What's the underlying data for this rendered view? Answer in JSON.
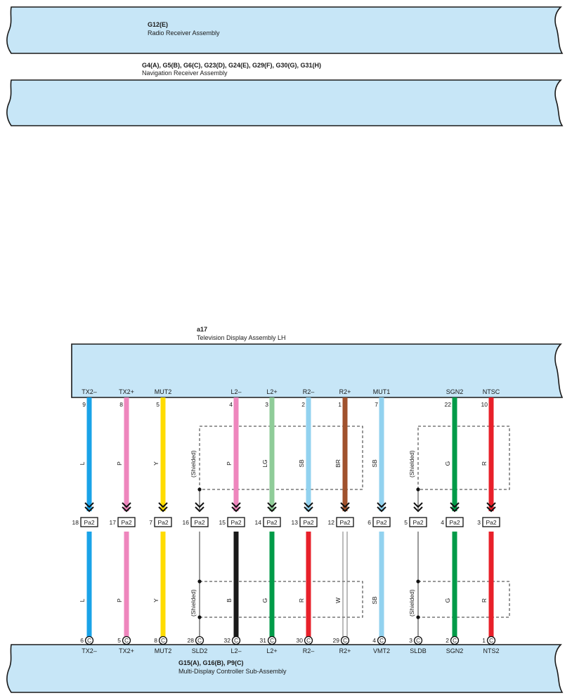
{
  "colors": {
    "component_fill": "#c7e6f7",
    "component_stroke": "#1a1a1a",
    "shield_stroke": "#333333"
  },
  "components": {
    "radio": {
      "code": "G12(E)",
      "name": "Radio Receiver Assembly"
    },
    "navigation": {
      "code": "G4(A), G5(B), G6(C), G23(D), G24(E), G29(F), G30(G), G31(H)",
      "name": "Navigation Receiver Assembly"
    },
    "display": {
      "code": "a17",
      "name": "Television Display Assembly LH"
    },
    "controller": {
      "code": "G15(A), G16(B), P9(C)",
      "name": "Multi-Display Controller Sub-Assembly"
    }
  },
  "junction_connector": "Pa2",
  "bottom_connector_letter": "C",
  "shield_label": "(Shielded)",
  "wires": [
    {
      "top_name": "TX2–",
      "top_pin": "9",
      "top_color": "L",
      "top_hex": "#1aa3e8",
      "j_pin": "18",
      "bot_color": "L",
      "bot_hex": "#1aa3e8",
      "bot_pin": "6",
      "bot_name": "TX2–"
    },
    {
      "top_name": "TX2+",
      "top_pin": "8",
      "top_color": "P",
      "top_hex": "#ee86bd",
      "j_pin": "17",
      "bot_color": "P",
      "bot_hex": "#ee86bd",
      "bot_pin": "5",
      "bot_name": "TX2+"
    },
    {
      "top_name": "MUT2",
      "top_pin": "5",
      "top_color": "Y",
      "top_hex": "#ffdc00",
      "j_pin": "7",
      "bot_color": "Y",
      "bot_hex": "#ffdc00",
      "bot_pin": "8",
      "bot_name": "MUT2"
    },
    {
      "top_name": "",
      "top_pin": "",
      "top_color": "",
      "top_hex": "",
      "j_pin": "16",
      "bot_color": "",
      "bot_hex": "",
      "bot_pin": "28",
      "bot_name": "SLD2"
    },
    {
      "top_name": "L2–",
      "top_pin": "4",
      "top_color": "P",
      "top_hex": "#ee86bd",
      "j_pin": "15",
      "bot_color": "B",
      "bot_hex": "#1a1a1a",
      "bot_pin": "32",
      "bot_name": "L2–"
    },
    {
      "top_name": "L2+",
      "top_pin": "3",
      "top_color": "LG",
      "top_hex": "#8fcc98",
      "j_pin": "14",
      "bot_color": "G",
      "bot_hex": "#009b48",
      "bot_pin": "31",
      "bot_name": "L2+"
    },
    {
      "top_name": "R2–",
      "top_pin": "2",
      "top_color": "SB",
      "top_hex": "#92d2ef",
      "j_pin": "13",
      "bot_color": "R",
      "bot_hex": "#e8202a",
      "bot_pin": "30",
      "bot_name": "R2–"
    },
    {
      "top_name": "R2+",
      "top_pin": "1",
      "top_color": "BR",
      "top_hex": "#a0522d",
      "j_pin": "12",
      "bot_color": "W",
      "bot_hex": "#ffffff",
      "bot_pin": "29",
      "bot_name": "R2+"
    },
    {
      "top_name": "MUT1",
      "top_pin": "7",
      "top_color": "SB",
      "top_hex": "#92d2ef",
      "j_pin": "6",
      "bot_color": "SB",
      "bot_hex": "#92d2ef",
      "bot_pin": "4",
      "bot_name": "VMT2"
    },
    {
      "top_name": "",
      "top_pin": "",
      "top_color": "",
      "top_hex": "",
      "j_pin": "5",
      "bot_color": "",
      "bot_hex": "",
      "bot_pin": "3",
      "bot_name": "SLDB"
    },
    {
      "top_name": "SGN2",
      "top_pin": "22",
      "top_color": "G",
      "top_hex": "#009b48",
      "j_pin": "4",
      "bot_color": "G",
      "bot_hex": "#009b48",
      "bot_pin": "2",
      "bot_name": "SGN2"
    },
    {
      "top_name": "NTSC",
      "top_pin": "10",
      "top_color": "R",
      "top_hex": "#e8202a",
      "j_pin": "3",
      "bot_color": "R",
      "bot_hex": "#e8202a",
      "bot_pin": "1",
      "bot_name": "NTS2"
    }
  ]
}
